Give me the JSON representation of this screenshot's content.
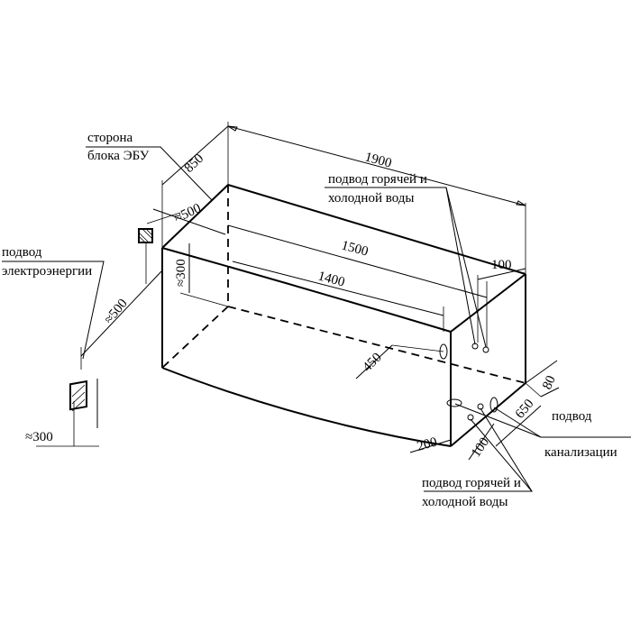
{
  "labels": {
    "ebu_side_1": "сторона",
    "ebu_side_2": "блока ЭБУ",
    "power_1": "подвод",
    "power_2": "электроэнергии",
    "water_top_1": "подвод горячей и",
    "water_top_2": "холодной воды",
    "drain_1": "подвод",
    "drain_2": "канализации",
    "water_bottom_1": "подвод горячей и",
    "water_bottom_2": "холодной воды"
  },
  "dimensions": {
    "d850": "850",
    "d1900": "1900",
    "d500_top": "≈500",
    "d1500": "1500",
    "d1400": "1400",
    "d300_top": "≈300",
    "d100_top": "100",
    "d500_left": "≈500",
    "d300_left": "≈300",
    "d450": "450",
    "d80": "80",
    "d650": "650",
    "d200": "200",
    "d100_bottom": "100"
  },
  "colors": {
    "line": "#000000",
    "background": "#ffffff"
  }
}
